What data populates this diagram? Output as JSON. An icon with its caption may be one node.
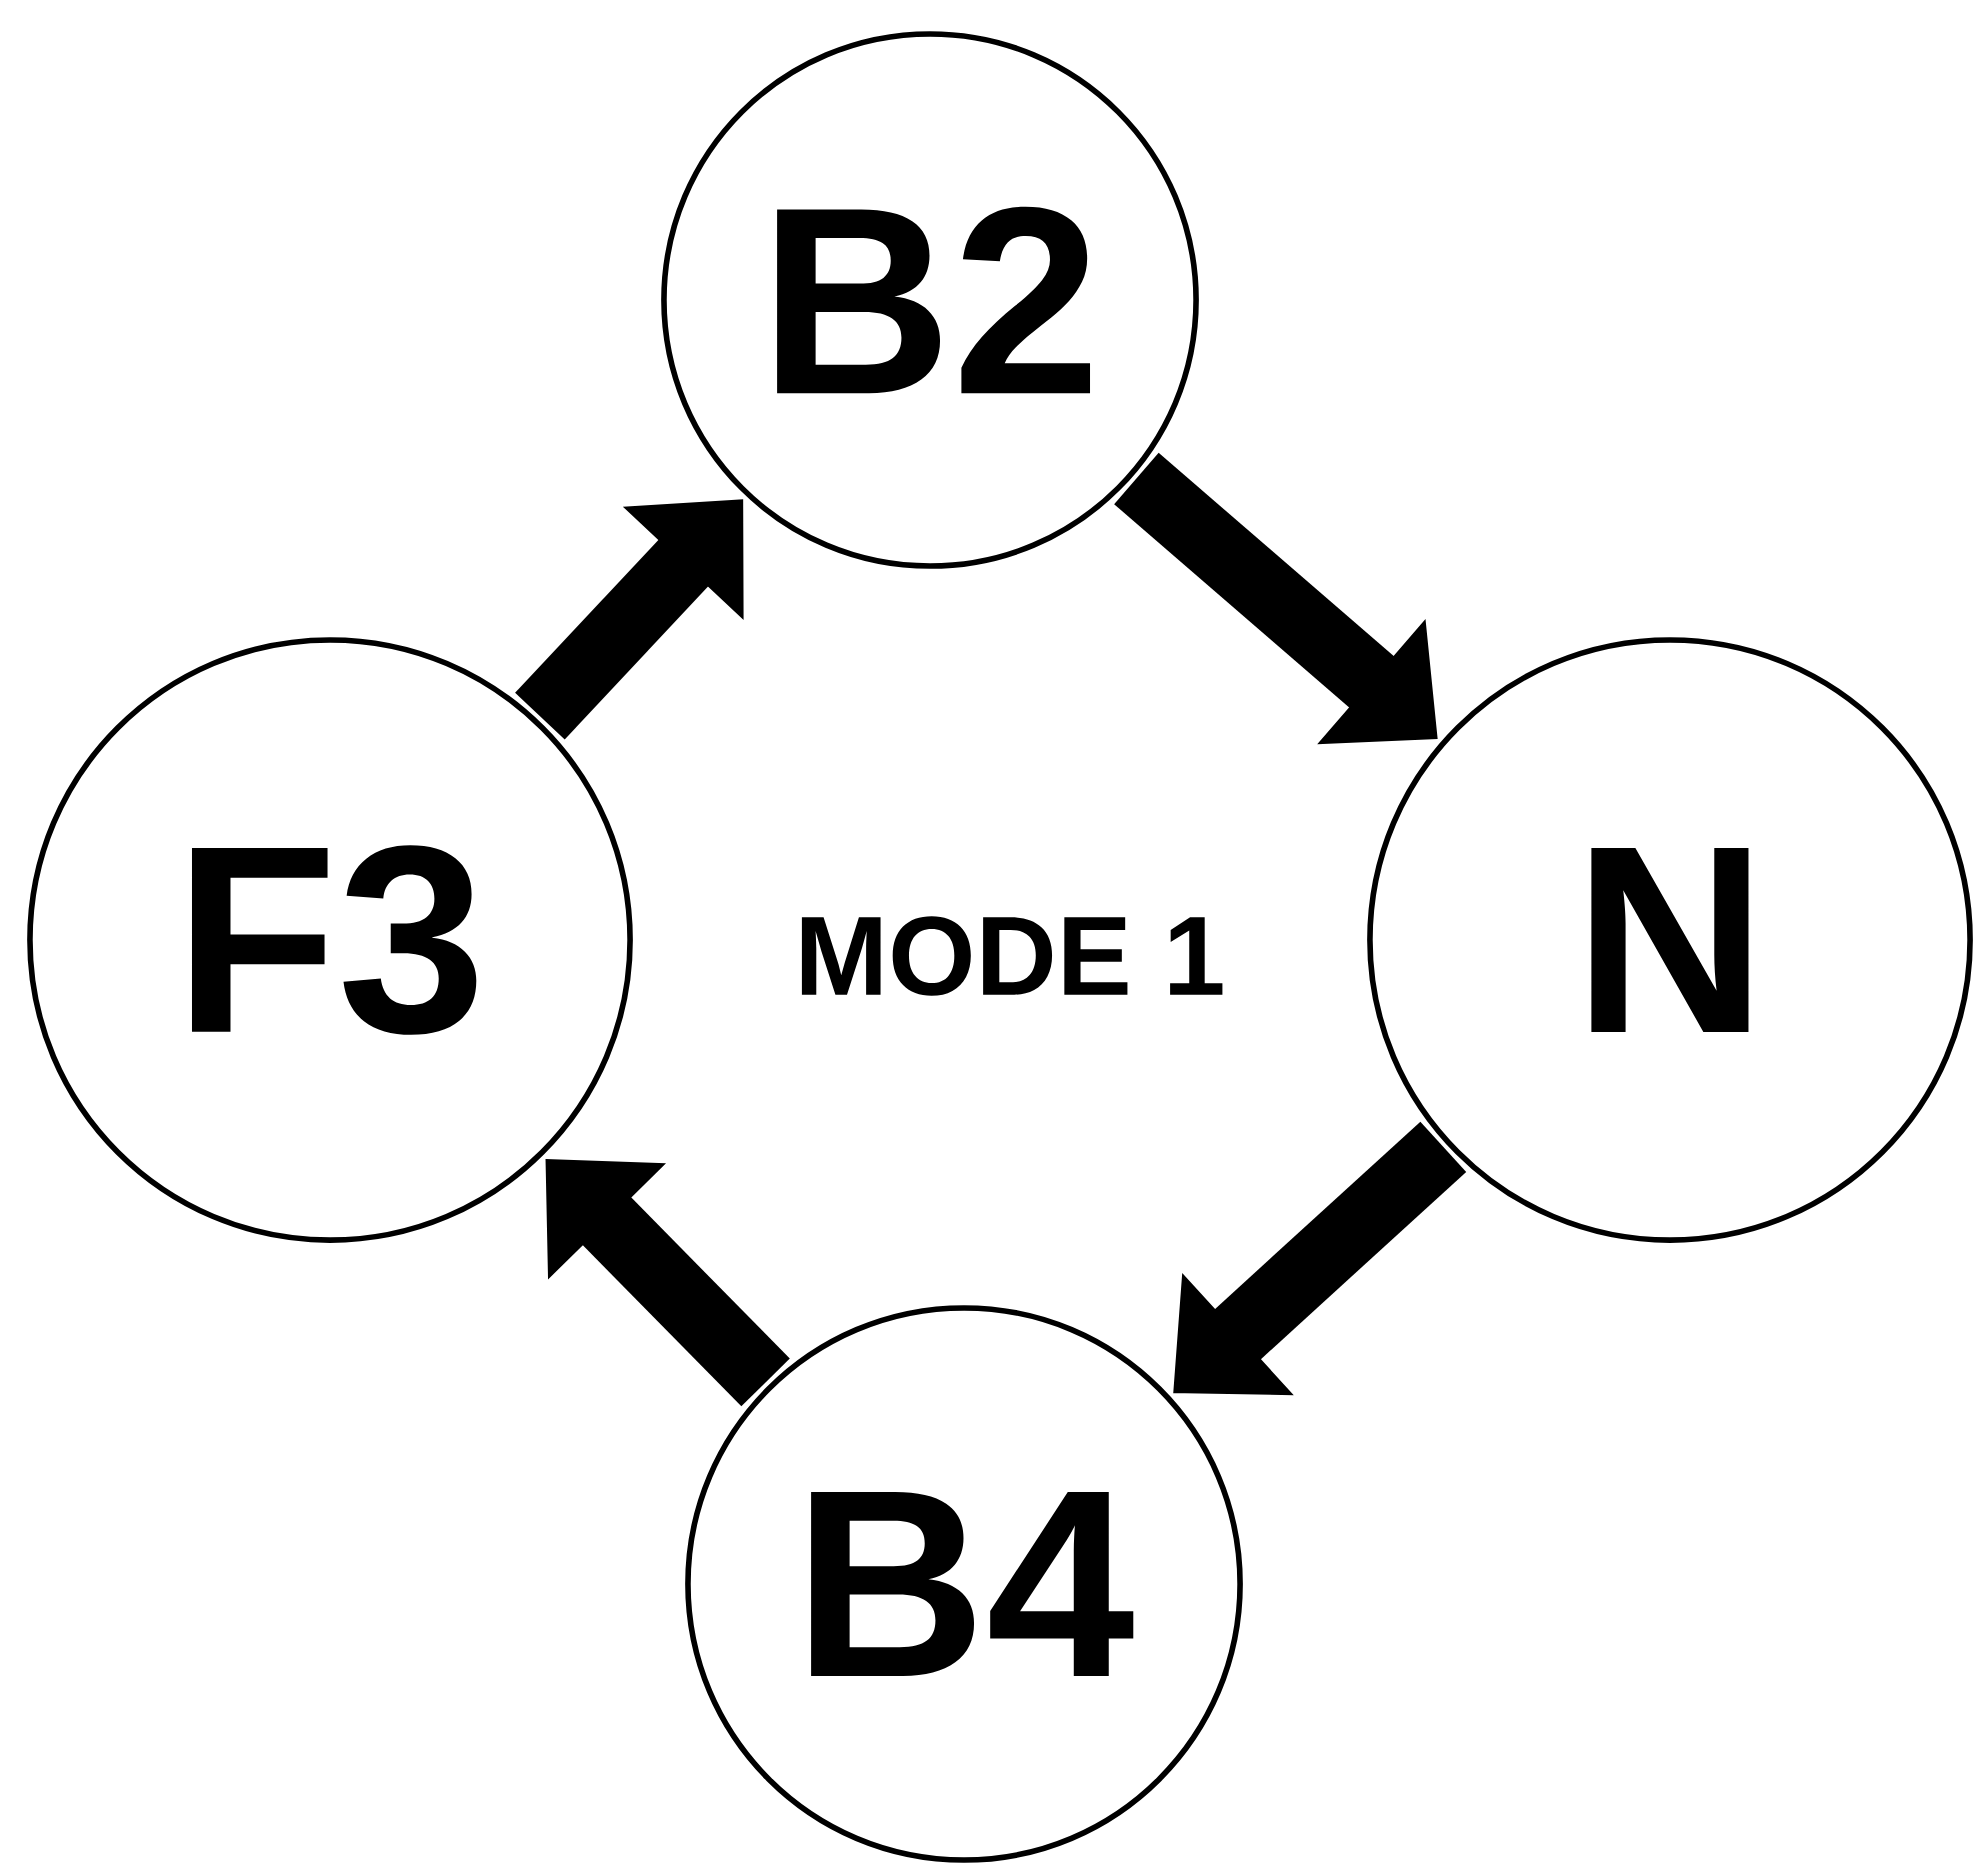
{
  "diagram": {
    "nodes": [
      {
        "text": [
          "B2"
        ]
      },
      {
        "text": [
          "N"
        ]
      },
      {
        "text": [
          "B4"
        ]
      },
      {
        "text": [
          "F3"
        ]
      }
    ],
    "edges": [
      {
        "from": 0,
        "to": 1,
        "arrow": "to"
      },
      {
        "from": 1,
        "to": 2,
        "arrow": "to"
      },
      {
        "from": 2,
        "to": 3,
        "arrow": "to"
      },
      {
        "from": 3,
        "to": 0,
        "arrow": "to"
      }
    ],
    "labels": [
      "MODE 1"
    ]
  }
}
